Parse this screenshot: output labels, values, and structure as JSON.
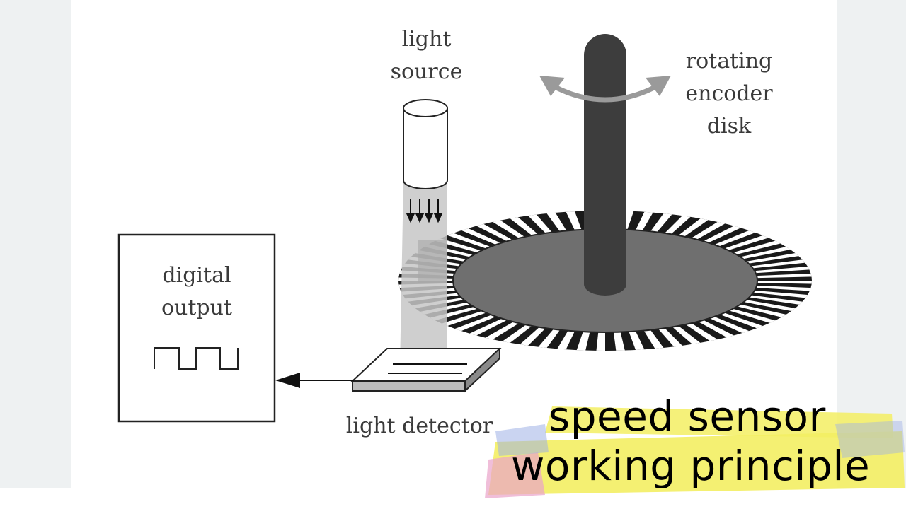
{
  "labels": {
    "light_source": [
      "light",
      "source"
    ],
    "rotating_encoder_disk": [
      "rotating",
      "encoder",
      "disk"
    ],
    "digital_output": [
      "digital",
      "output"
    ],
    "light_detector": "light detector"
  },
  "caption": {
    "line1": "speed sensor",
    "line2": "working principle"
  },
  "colors": {
    "shaft": "#3d3d3d",
    "disk_inner": "#6f6f6f",
    "disk_ring": "#1a1a1a",
    "beam": "#bdbdbd",
    "highlight_yellow": "#f3ee63",
    "highlight_pink": "#e9a3c9",
    "highlight_blue": "#9fb1e6"
  }
}
